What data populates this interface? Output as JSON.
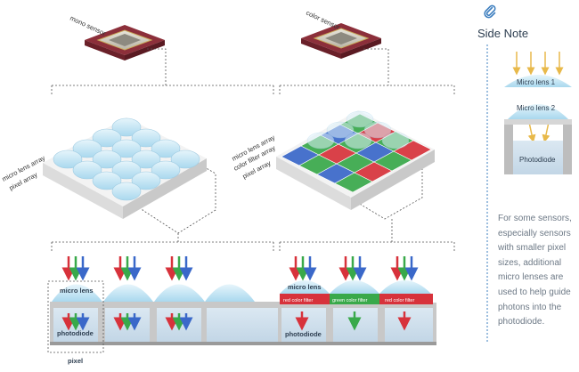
{
  "sensor_labels": {
    "mono": "mono sensor",
    "color": "color sensor"
  },
  "layer_labels": {
    "micro_lens_array": "micro lens array",
    "pixel_array": "pixel array",
    "color_filter_array": "color filter array"
  },
  "mono_detail": {
    "micro_lens": "micro lens",
    "photodiode": "photodiode",
    "pixel": "pixel"
  },
  "color_detail": {
    "micro_lens": "micro lens",
    "red_filter": "red color filter",
    "green_filter": "green color filter",
    "photodiode": "photodiode"
  },
  "side_note": {
    "title": "Side Note",
    "lens1": "Micro lens 1",
    "lens2": "Micro lens 2",
    "photodiode": "Photodiode",
    "body": "For some sensors, especially sensors with smaller pixel sizes, additional micro lenses are used to help guide photons into the photodiode."
  },
  "colors": {
    "red": "#d7323b",
    "green": "#39a94a",
    "blue": "#3a68c9",
    "lens": "#bfe3f3",
    "divider": "#3e7fbf",
    "title": "#2d3e50"
  }
}
